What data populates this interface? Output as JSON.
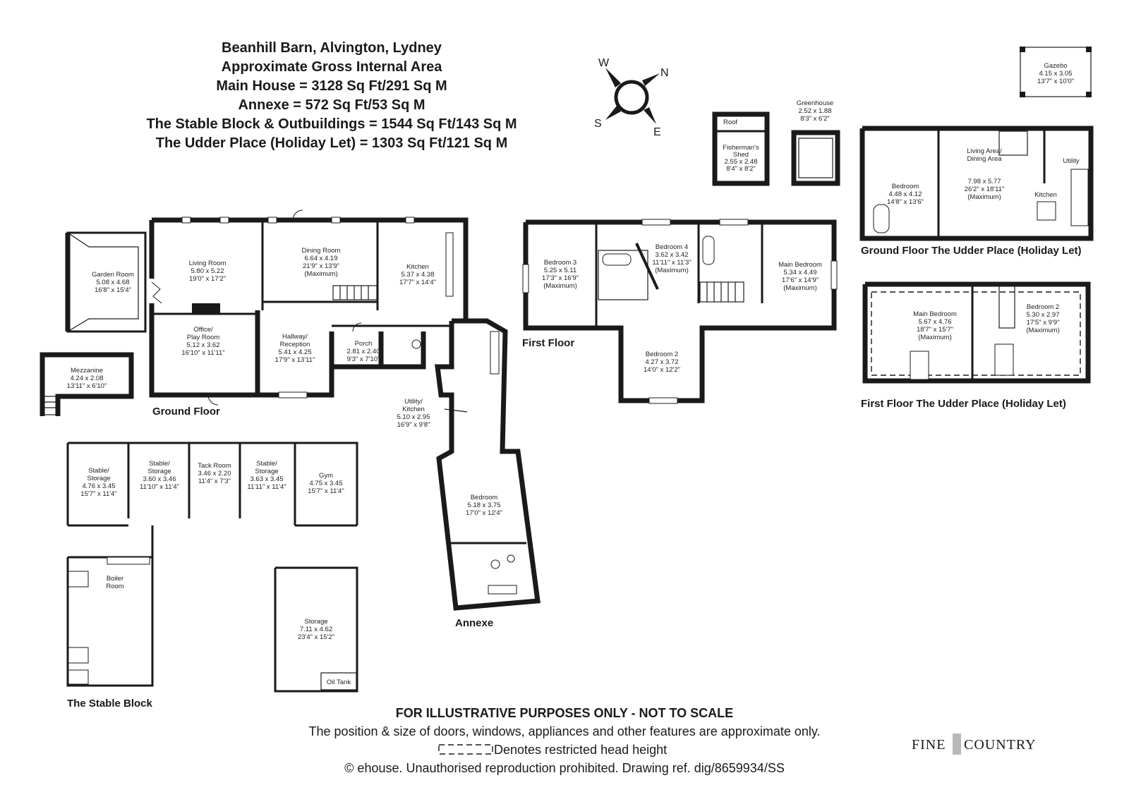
{
  "header": {
    "title": "Beanhill Barn, Alvington, Lydney",
    "subtitle": "Approximate Gross Internal Area",
    "areas": [
      "Main House = 3128 Sq Ft/291 Sq M",
      "Annexe = 572 Sq Ft/53 Sq M",
      "The Stable Block & Outbuildings = 1544 Sq Ft/143 Sq M",
      "The Udder Place (Holiday Let) = 1303 Sq Ft/121 Sq M"
    ]
  },
  "compass": {
    "w": "W",
    "n": "N",
    "s": "S",
    "e": "E"
  },
  "floors": {
    "ground": "Ground Floor",
    "first": "First Floor",
    "annexe": "Annexe",
    "stable": "The Stable Block",
    "udder_ground": "Ground Floor The Udder Place (Holiday Let)",
    "udder_first": "First Floor The Udder Place (Holiday Let)"
  },
  "rooms": {
    "garden_room": [
      "Garden Room",
      "5.08 x 4.68",
      "16'8\" x 15'4\""
    ],
    "living_room": [
      "Living Room",
      "5.80 x 5.22",
      "19'0\" x 17'2\""
    ],
    "dining_room": [
      "Dining Room",
      "6.64 x 4.19",
      "21'9\" x 13'9\"",
      "(Maximum)"
    ],
    "kitchen": [
      "Kitchen",
      "5.37 x 4.38",
      "17'7\" x 14'4\""
    ],
    "office": [
      "Office/",
      "Play Room",
      "5.12 x 3.62",
      "16'10\" x 11'11\""
    ],
    "hallway": [
      "Hallway/",
      "Reception",
      "5.41 x 4.25",
      "17'9\" x 13'11\""
    ],
    "porch": [
      "Porch",
      "2.81 x 2.40",
      "9'3\" x 7'10\""
    ],
    "mezzanine": [
      "Mezzanine",
      "4.24 x 2.08",
      "13'11\" x 6'10\""
    ],
    "utility_kitchen": [
      "Utility/",
      "Kitchen",
      "5.10 x 2.95",
      "16'9\" x 9'8\""
    ],
    "annexe_bedroom": [
      "Bedroom",
      "5.18 x 3.75",
      "17'0\" x 12'4\""
    ],
    "bedroom3": [
      "Bedroom 3",
      "5.25 x 5.11",
      "17'3\" x 16'9\"",
      "(Maximum)"
    ],
    "bedroom4": [
      "Bedroom 4",
      "3.62 x 3.42",
      "11'11\" x 11'3\"",
      "(Maximum)"
    ],
    "main_bedroom": [
      "Main Bedroom",
      "5.34 x 4.49",
      "17'6\" x 14'9\"",
      "(Maximum)"
    ],
    "bedroom2": [
      "Bedroom 2",
      "4.27 x 3.72",
      "14'0\" x 12'2\""
    ],
    "stable1": [
      "Stable/",
      "Storage",
      "4.76 x 3.45",
      "15'7\" x 11'4\""
    ],
    "stable2": [
      "Stable/",
      "Storage",
      "3.60 x 3.46",
      "11'10\" x 11'4\""
    ],
    "tack_room": [
      "Tack Room",
      "3.46 x 2.20",
      "11'4\" x 7'3\""
    ],
    "stable3": [
      "Stable/",
      "Storage",
      "3.63 x 3.45",
      "11'11\" x 11'4\""
    ],
    "gym": [
      "Gym",
      "4.75 x 3.45",
      "15'7\" x 11'4\""
    ],
    "boiler_room": [
      "Boiler",
      "Room"
    ],
    "storage": [
      "Storage",
      "7.11 x 4.62",
      "23'4\" x 15'2\""
    ],
    "oil_tank": [
      "Oil Tank"
    ],
    "fishermans_shed": [
      "Fisherman's",
      "Shed",
      "2.55 x 2.48",
      "8'4\" x 8'2\""
    ],
    "roof": [
      "Roof"
    ],
    "greenhouse": [
      "Greenhouse",
      "2.52 x 1.88",
      "8'3\" x 6'2\""
    ],
    "gazebo": [
      "Gazebo",
      "4.15 x 3.05",
      "13'7\" x 10'0\""
    ],
    "u_bedroom": [
      "Bedroom",
      "4.48 x 4.12",
      "14'8\" x 13'6\""
    ],
    "u_living": [
      "Living Area/",
      "Dining Area",
      "",
      "7.98 x 5.77",
      "26'2\" x 18'11\"",
      "(Maximum)"
    ],
    "u_utility": [
      "Utility"
    ],
    "u_kitchen": [
      "Kitchen"
    ],
    "u_main_bedroom": [
      "Main Bedroom",
      "5.67 x 4.76",
      "18'7\" x 15'7\"",
      "(Maximum)"
    ],
    "u_bedroom2": [
      "Bedroom 2",
      "5.30 x 2.97",
      "17'5\" x 9'9\"",
      "(Maximum)"
    ]
  },
  "footer": {
    "line1": "FOR ILLUSTRATIVE PURPOSES ONLY - NOT TO SCALE",
    "line2": "The position & size of doors, windows, appliances and other features are approximate only.",
    "line3": "Denotes restricted head height",
    "line4": "© ehouse. Unauthorised reproduction prohibited. Drawing ref. dig/8659934/SS"
  },
  "logo": {
    "text_left": "Fine",
    "text_right": "Country"
  }
}
